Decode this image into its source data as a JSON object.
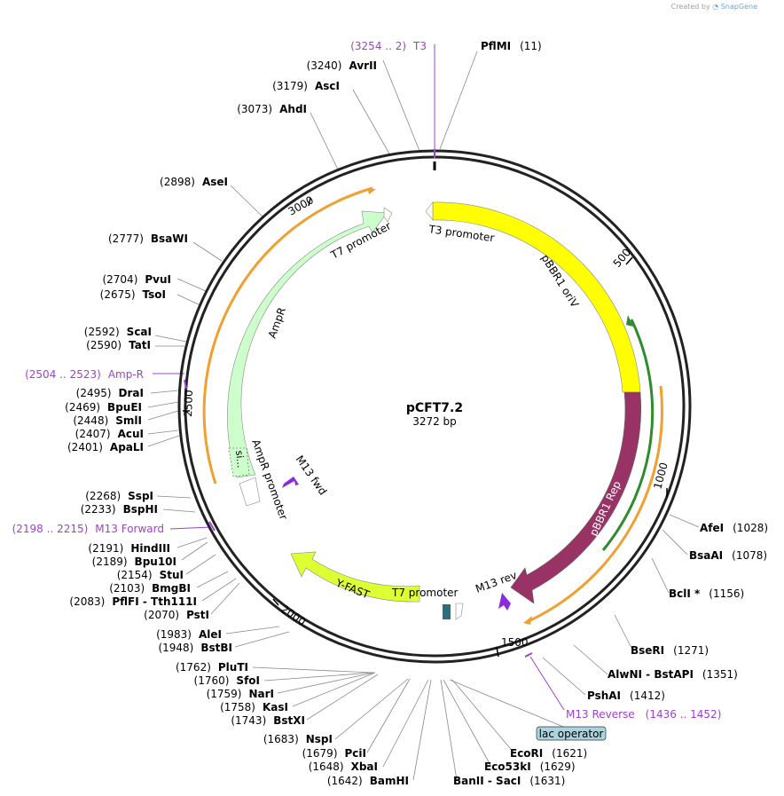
{
  "credit": {
    "prefix": "Created by",
    "brand": "SnapGene"
  },
  "plasmid": {
    "name": "pCFT7.2",
    "length_label": "3272 bp"
  },
  "ticks": [
    "500",
    "1000",
    "1500",
    "2000",
    "2500",
    "3000"
  ],
  "features": {
    "pbbr1_oriv": "pBBR1 oriV",
    "pbbr1_rep": "pBBR1 Rep",
    "t3_promoter": "T3 promoter",
    "t7_promoter_top": "T7 promoter",
    "t7_promoter_bottom": "T7 promoter",
    "ampr": "AmpR",
    "ampr_promoter": "AmpR promoter",
    "signal": "si…",
    "y_fast": "Y-FAST",
    "m13_fwd": "M13 fwd",
    "m13_rev": "M13 rev",
    "lac_operator": "lac operator"
  },
  "primers": [
    {
      "pos": "(3254 .. 2)",
      "name": "T3"
    },
    {
      "pos": "(2504 .. 2523)",
      "name": "Amp-R"
    },
    {
      "pos": "(2198 .. 2215)",
      "name": "M13 Forward"
    },
    {
      "name": "M13 Reverse",
      "pos": "(1436 .. 1452)"
    }
  ],
  "sites_left": [
    {
      "pos": "(3240)",
      "name": "AvrII"
    },
    {
      "pos": "(3179)",
      "name": "AscI"
    },
    {
      "pos": "(3073)",
      "name": "AhdI"
    },
    {
      "pos": "(2898)",
      "name": "AseI"
    },
    {
      "pos": "(2777)",
      "name": "BsaWI"
    },
    {
      "pos": "(2704)",
      "name": "PvuI"
    },
    {
      "pos": "(2675)",
      "name": "TsoI"
    },
    {
      "pos": "(2592)",
      "name": "ScaI"
    },
    {
      "pos": "(2590)",
      "name": "TatI"
    },
    {
      "pos": "(2495)",
      "name": "DraI"
    },
    {
      "pos": "(2469)",
      "name": "BpuEI"
    },
    {
      "pos": "(2448)",
      "name": "SmlI"
    },
    {
      "pos": "(2407)",
      "name": "AcuI"
    },
    {
      "pos": "(2401)",
      "name": "ApaLI"
    },
    {
      "pos": "(2268)",
      "name": "SspI"
    },
    {
      "pos": "(2233)",
      "name": "BspHI"
    },
    {
      "pos": "(2191)",
      "name": "HindIII"
    },
    {
      "pos": "(2189)",
      "name": "Bpu10I"
    },
    {
      "pos": "(2154)",
      "name": "StuI"
    },
    {
      "pos": "(2103)",
      "name": "BmgBI"
    },
    {
      "pos": "(2083)",
      "name": "PflFI  -  Tth111I"
    },
    {
      "pos": "(2070)",
      "name": "PstI"
    },
    {
      "pos": "(1983)",
      "name": "AleI"
    },
    {
      "pos": "(1948)",
      "name": "BstBI"
    },
    {
      "pos": "(1762)",
      "name": "PluTI"
    },
    {
      "pos": "(1760)",
      "name": "SfoI"
    },
    {
      "pos": "(1759)",
      "name": "NarI"
    },
    {
      "pos": "(1758)",
      "name": "KasI"
    },
    {
      "pos": "(1743)",
      "name": "BstXI"
    },
    {
      "pos": "(1683)",
      "name": "NspI"
    },
    {
      "pos": "(1679)",
      "name": "PciI"
    },
    {
      "pos": "(1648)",
      "name": "XbaI"
    },
    {
      "pos": "(1642)",
      "name": "BamHI"
    }
  ],
  "sites_right": [
    {
      "name": "PflMI",
      "pos": "(11)"
    },
    {
      "name": "AfeI",
      "pos": "(1028)"
    },
    {
      "name": "BsaAI",
      "pos": "(1078)"
    },
    {
      "name": "BclI *",
      "pos": "(1156)"
    },
    {
      "name": "BseRI",
      "pos": "(1271)"
    },
    {
      "name": "AlwNI  -  BstAPI",
      "pos": "(1351)"
    },
    {
      "name": "PshAI",
      "pos": "(1412)"
    },
    {
      "name": "EcoRI",
      "pos": "(1621)"
    },
    {
      "name": "Eco53kI",
      "pos": "(1629)"
    },
    {
      "name": "BanII  -  SacI",
      "pos": "(1631)"
    }
  ],
  "colors": {
    "backbone": "#222222",
    "oriv": "#ffff00",
    "rep": "#993366",
    "ampr": "#ccffcc",
    "yfast": "#ddff33",
    "primer": "#a040d0",
    "orange": "#f0a030",
    "green_arc": "#2e8b2e",
    "lac": "#a8d4e0",
    "promoter_sq": "#2a6f80"
  }
}
